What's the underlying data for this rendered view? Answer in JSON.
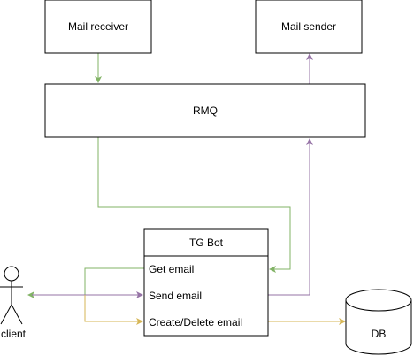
{
  "nodes": {
    "mail_receiver": "Mail receiver",
    "mail_sender": "Mail sender",
    "rmq": "RMQ",
    "tg_bot": {
      "title": "TG Bot",
      "rows": [
        "Get email",
        "Send email",
        "Create/Delete email"
      ]
    },
    "db": "DB",
    "client": "client"
  },
  "colors": {
    "green": "#82b366",
    "purple": "#9673a6",
    "yellow": "#d6b656",
    "stroke": "#000000"
  }
}
